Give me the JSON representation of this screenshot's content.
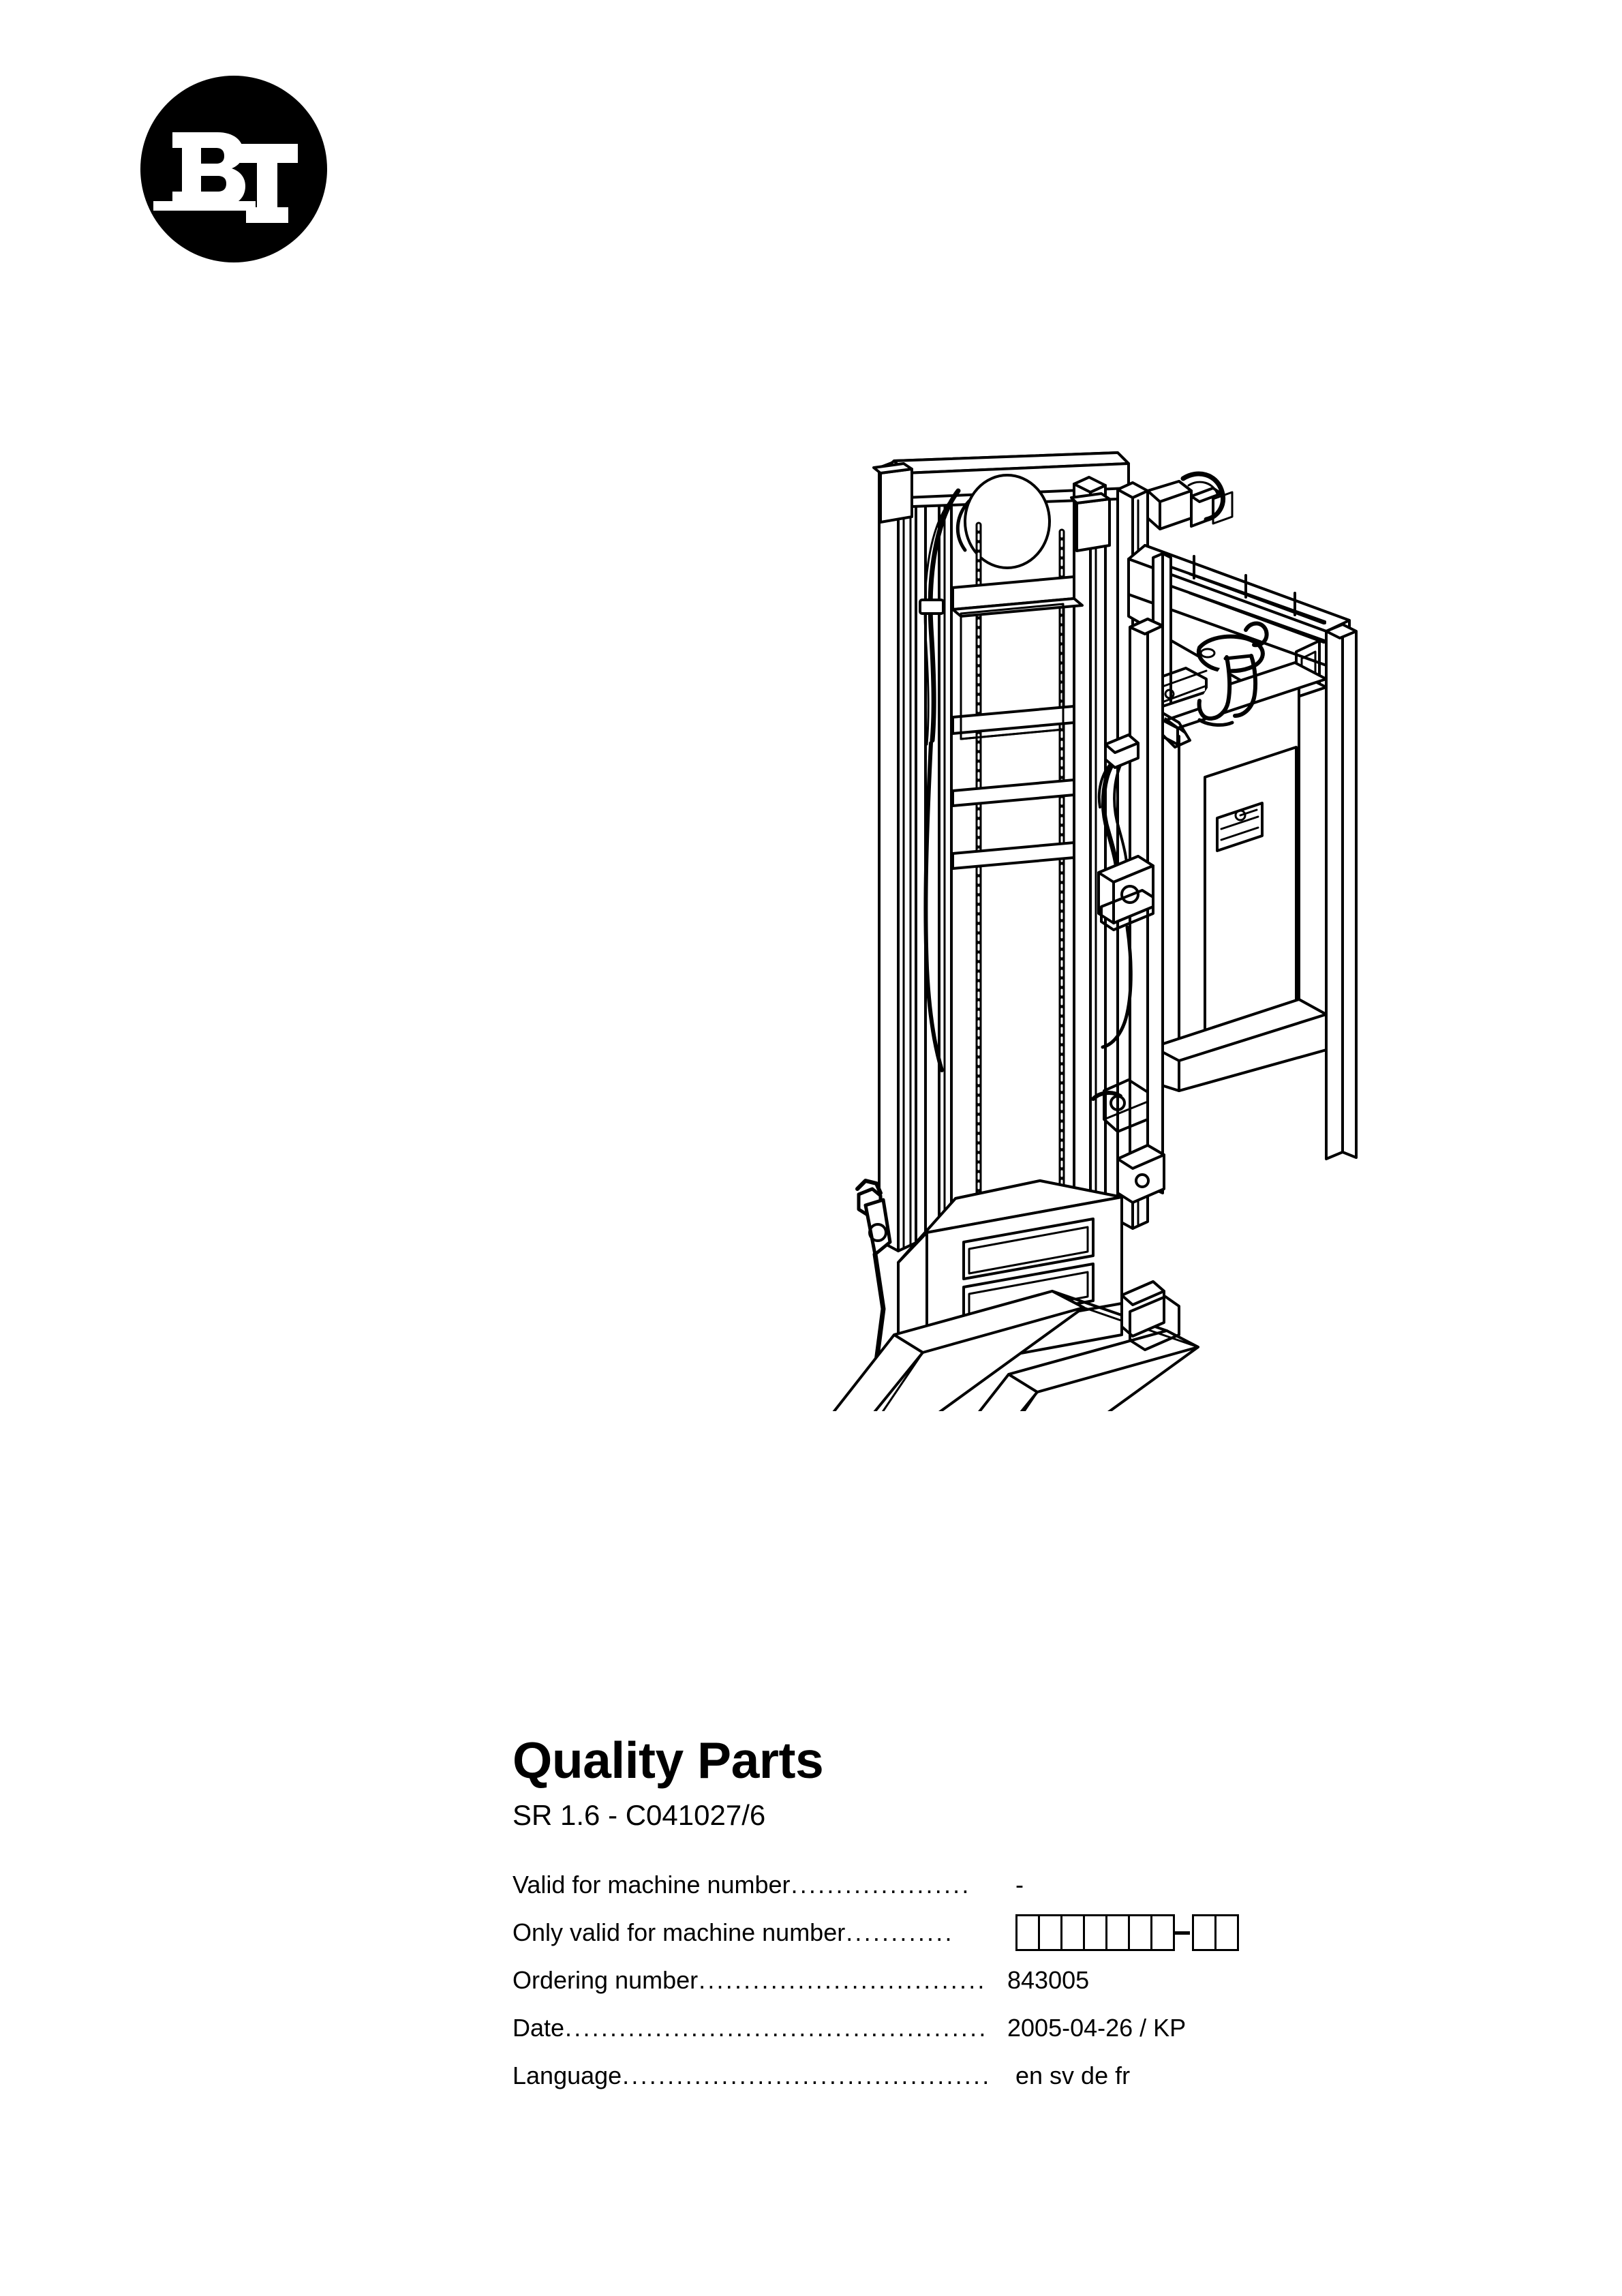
{
  "brand": {
    "logo_text": "BT",
    "logo_icon": "bt-roundel-logo",
    "logo_color": "#000000",
    "logo_letter_color": "#ffffff"
  },
  "illustration": {
    "icon": "reach-truck-line-drawing",
    "alt": "BT SR 1.6 reach truck line drawing",
    "stroke_color": "#000000",
    "fill_color": "#ffffff"
  },
  "title": "Quality Parts",
  "subtitle": "SR 1.6 - C041027/6",
  "info_rows": [
    {
      "label": "Valid for machine number",
      "dots": "....................",
      "value": "-",
      "type": "text"
    },
    {
      "label": "Only valid for machine number",
      "dots": "............",
      "value": "",
      "type": "boxes",
      "boxes_before_dash": 7,
      "boxes_after_dash": 2
    },
    {
      "label": "Ordering number ",
      "dots": "................................",
      "value": "843005",
      "type": "text"
    },
    {
      "label": "Date",
      "dots": "...................................................",
      "value": "2005-04-26 / KP",
      "type": "text"
    },
    {
      "label": "Language",
      "dots": "...........................................",
      "value": "en sv de fr",
      "type": "text"
    }
  ]
}
